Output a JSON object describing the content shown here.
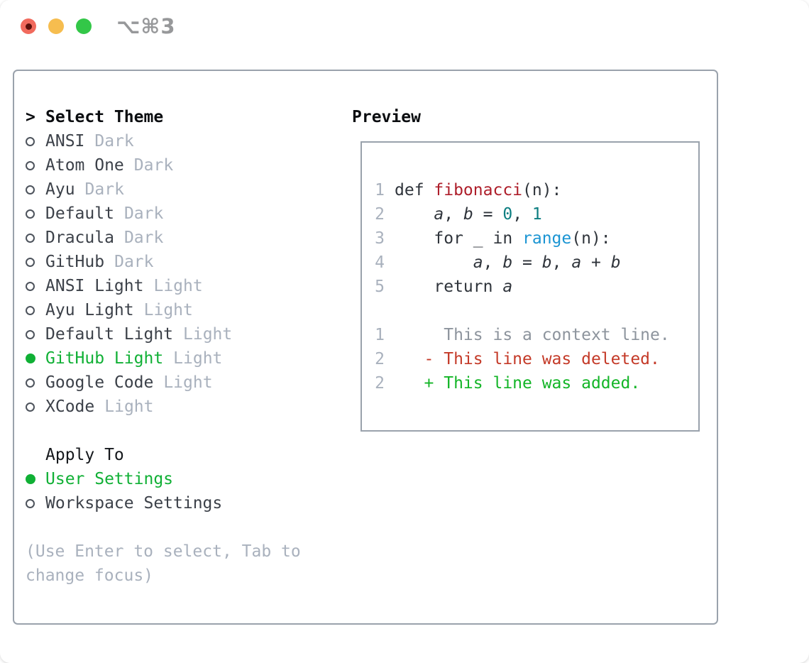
{
  "window": {
    "shortcut": "⌥⌘3"
  },
  "colors": {
    "accent_green": "#10b035",
    "border_gray": "#9aa2ac",
    "muted_gray": "#a9b1bd",
    "item_text": "#3c4149",
    "code_function_red": "#ae1e2a",
    "code_number_teal": "#0d7e81",
    "code_builtin_blue": "#1b95d3",
    "diff_deleted_red": "#c43a28",
    "diff_added_green": "#13b527",
    "traffic_red": "#f16a5d",
    "traffic_yellow": "#f6bd4f",
    "traffic_green": "#33c748"
  },
  "theme_panel": {
    "title_prefix": ">",
    "title": "Select Theme",
    "items": [
      {
        "name": "ANSI",
        "variant": "Dark",
        "selected": false
      },
      {
        "name": "Atom One",
        "variant": "Dark",
        "selected": false
      },
      {
        "name": "Ayu",
        "variant": "Dark",
        "selected": false
      },
      {
        "name": "Default",
        "variant": "Dark",
        "selected": false
      },
      {
        "name": "Dracula",
        "variant": "Dark",
        "selected": false
      },
      {
        "name": "GitHub",
        "variant": "Dark",
        "selected": false
      },
      {
        "name": "ANSI Light",
        "variant": "Light",
        "selected": false
      },
      {
        "name": "Ayu Light",
        "variant": "Light",
        "selected": false
      },
      {
        "name": "Default Light",
        "variant": "Light",
        "selected": false
      },
      {
        "name": "GitHub Light",
        "variant": "Light",
        "selected": true
      },
      {
        "name": "Google Code",
        "variant": "Light",
        "selected": false
      },
      {
        "name": "XCode",
        "variant": "Light",
        "selected": false
      }
    ]
  },
  "apply_to": {
    "title": "Apply To",
    "options": [
      {
        "label": "User Settings",
        "selected": true
      },
      {
        "label": "Workspace Settings",
        "selected": false
      }
    ]
  },
  "hint": {
    "line1": "(Use Enter to select, Tab to",
    "line2": "change focus)"
  },
  "preview": {
    "title": "Preview",
    "code_lines": [
      {
        "num": "1",
        "tokens": [
          [
            "plain",
            "def "
          ],
          [
            "func",
            "fibonacci"
          ],
          [
            "plain",
            "(n):"
          ]
        ]
      },
      {
        "num": "2",
        "tokens": [
          [
            "plain",
            "    "
          ],
          [
            "var",
            "a"
          ],
          [
            "plain",
            ", "
          ],
          [
            "var",
            "b"
          ],
          [
            "plain",
            " = "
          ],
          [
            "num",
            "0"
          ],
          [
            "plain",
            ", "
          ],
          [
            "num",
            "1"
          ]
        ]
      },
      {
        "num": "3",
        "tokens": [
          [
            "plain",
            "    for _ in "
          ],
          [
            "builtin",
            "range"
          ],
          [
            "plain",
            "(n):"
          ]
        ]
      },
      {
        "num": "4",
        "tokens": [
          [
            "plain",
            "        "
          ],
          [
            "var",
            "a"
          ],
          [
            "plain",
            ", "
          ],
          [
            "var",
            "b"
          ],
          [
            "plain",
            " = "
          ],
          [
            "var",
            "b"
          ],
          [
            "plain",
            ", "
          ],
          [
            "var",
            "a"
          ],
          [
            "plain",
            " + "
          ],
          [
            "var",
            "b"
          ]
        ]
      },
      {
        "num": "5",
        "tokens": [
          [
            "plain",
            "    return "
          ],
          [
            "var",
            "a"
          ]
        ]
      }
    ],
    "diff_lines": [
      {
        "num": "1",
        "tokens": [
          [
            "ctx",
            "     This is a context line."
          ]
        ]
      },
      {
        "num": "2",
        "tokens": [
          [
            "del",
            "   - This line was deleted."
          ]
        ]
      },
      {
        "num": "2",
        "tokens": [
          [
            "add",
            "   + This line was added."
          ]
        ]
      }
    ]
  }
}
